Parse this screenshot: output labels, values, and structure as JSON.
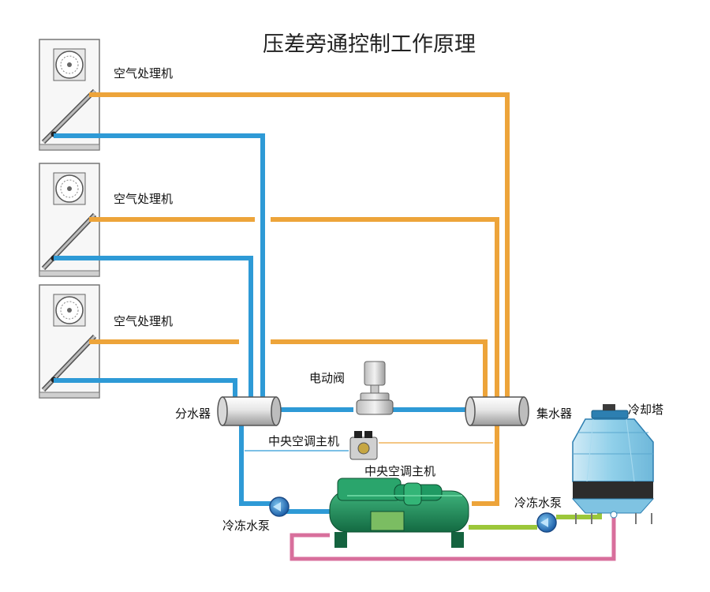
{
  "title": "压差旁通控制工作原理",
  "ahu_label": "空气处理机",
  "labels": {
    "distributor": "分水器",
    "collector": "集水器",
    "valve": "电动阀",
    "controller": "中央空调主机",
    "chiller": "中央空调主机",
    "pump_left": "冷冻水泵",
    "pump_right": "冷冻水泵",
    "tower": "冷却塔"
  },
  "colors": {
    "chilled_water": "#2e9ad6",
    "return_water": "#eda43a",
    "cooling_supply": "#d86f9c",
    "cooling_return": "#9cc73a",
    "chiller_body": "#1e8a5a"
  }
}
